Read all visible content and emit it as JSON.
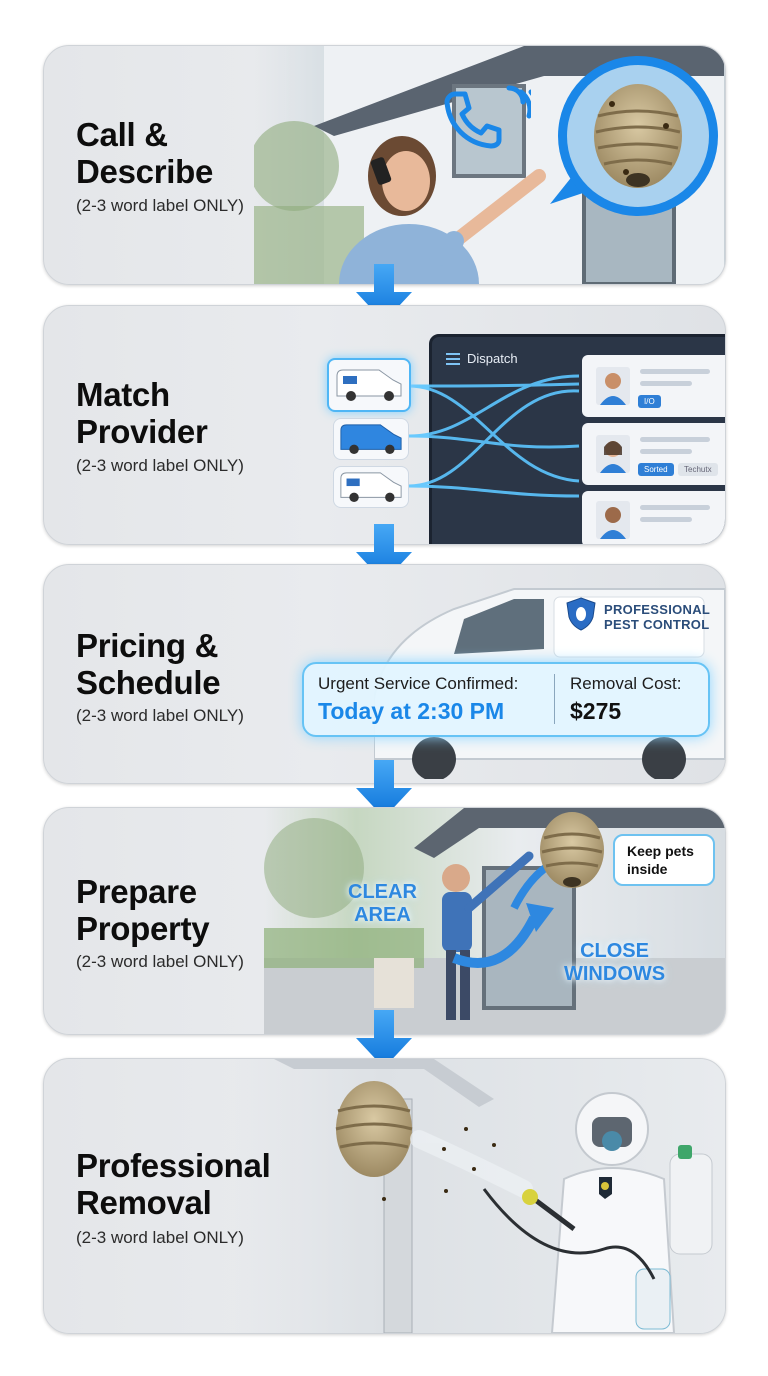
{
  "steps": [
    {
      "title": "Call &\nDescribe",
      "subtitle": "(2-3 word label ONLY)"
    },
    {
      "title": "Match\nProvider",
      "subtitle": "(2-3 word label ONLY)"
    },
    {
      "title": "Pricing &\nSchedule",
      "subtitle": "(2-3 word label ONLY)"
    },
    {
      "title": "Prepare\nProperty",
      "subtitle": "(2-3 word label ONLY)"
    },
    {
      "title": "Professional\nRemoval",
      "subtitle": "(2-3 word label ONLY)"
    }
  ],
  "dispatch": {
    "title": "Dispatch",
    "tags": [
      "I/O",
      "Sorted",
      "Techutx"
    ]
  },
  "pricing": {
    "service_label": "Urgent Service Confirmed:",
    "service_time": "Today at 2:30 PM",
    "cost_label": "Removal Cost:",
    "cost_value": "$275",
    "van_brand": "PROFESSIONAL\nPEST CONTROL"
  },
  "prepare": {
    "clear_area": "CLEAR\nAREA",
    "close_windows": "CLOSE\nWINDOWS",
    "tip": "Keep pets\ninside"
  },
  "colors": {
    "accent": "#1a87e8",
    "card_bg": "#e6e8eb",
    "glow": "#66c3f5"
  },
  "icons": [
    "phone-icon",
    "signal-waves-icon",
    "wasp-nest-icon",
    "menu-icon",
    "down-arrow-icon",
    "van-icon",
    "pest-shield-icon",
    "avatar-icon"
  ]
}
